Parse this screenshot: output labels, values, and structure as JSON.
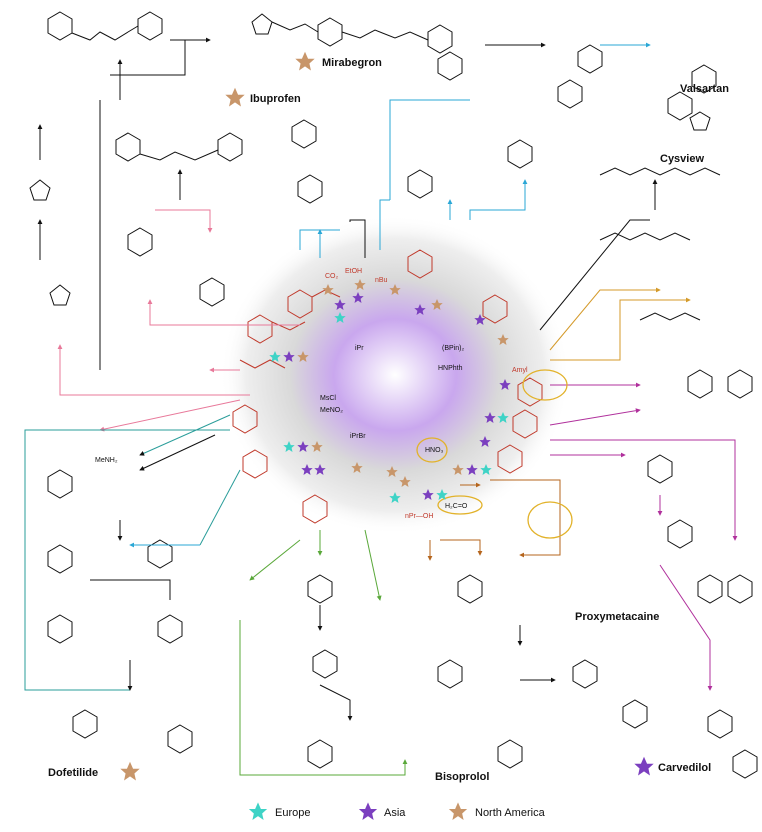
{
  "drugs": {
    "mirabegron": "Mirabegron",
    "ibuprofen": "Ibuprofen",
    "valsartan": "Valsartan",
    "cysview": "Cysview",
    "proxymetacaine": "Proxymetacaine",
    "carvedilol": "Carvedilol",
    "dofetilide": "Dofetilide",
    "bisoprolol": "Bisoprolol"
  },
  "legend": [
    {
      "label": "Europe",
      "color": "#3ed3c6"
    },
    {
      "label": "Asia",
      "color": "#7b3fbf"
    },
    {
      "label": "North America",
      "color": "#c8966a"
    }
  ],
  "reagents": {
    "msc": "MsCl",
    "meno2": "MeNO₂",
    "ipr_br": "iPrBr",
    "menh2": "MeNH₂",
    "hnphth": "HNPhth",
    "bpin2": "(BPin)₂",
    "hno3": "HNO₃",
    "h2co": "H₂C=O",
    "co2": "CO₂",
    "etoh": "EtOH",
    "npr_oh": "nPr—OH",
    "amyl": "Amyl",
    "nbu": "nBu",
    "ipr": "iPr"
  },
  "colors": {
    "pink": "#e8799a",
    "teal": "#2a9d9a",
    "blue": "#2aa7d6",
    "green": "#5aa83a",
    "brown": "#b5651d",
    "magenta": "#b0309c",
    "gold": "#d49a2a",
    "core": "#a77bd6"
  }
}
